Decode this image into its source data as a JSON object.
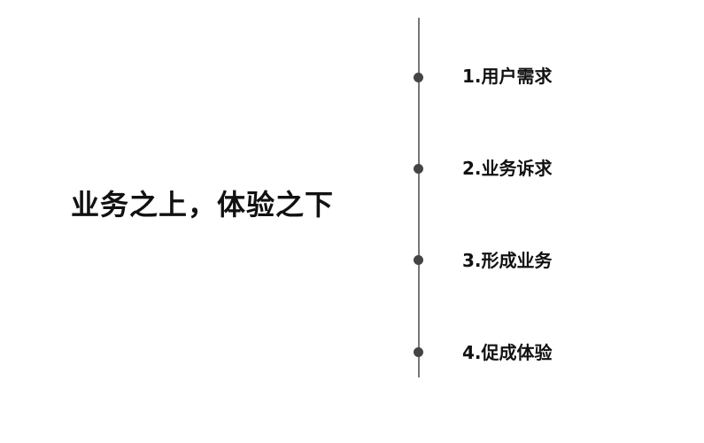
{
  "title": "业务之上，体验之下",
  "steps": [
    {
      "label": "1.用户需求"
    },
    {
      "label": "2.业务诉求"
    },
    {
      "label": "3.形成业务"
    },
    {
      "label": "4.促成体验"
    }
  ],
  "colors": {
    "line": "#777777",
    "dot": "#444444",
    "text": "#111111"
  }
}
